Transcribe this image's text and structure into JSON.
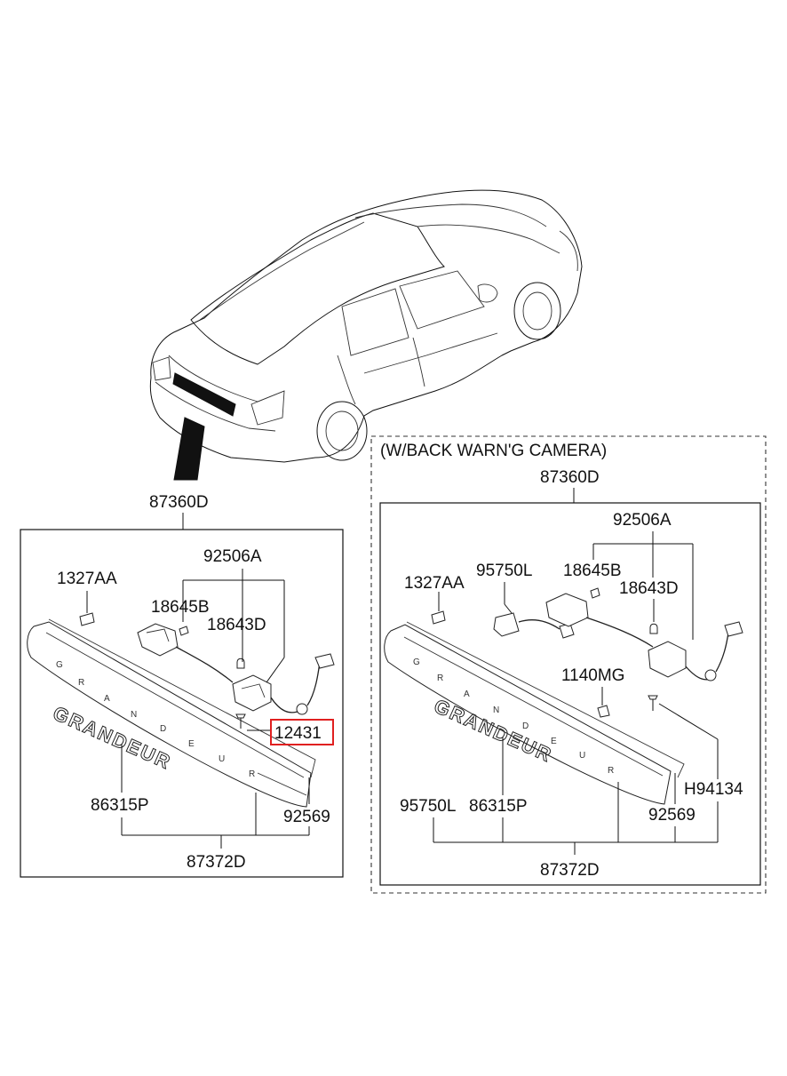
{
  "main_diagram": {
    "top_label": "87360D",
    "labels": {
      "trim_clip": "1327AA",
      "lamp_assembly": "92506A",
      "bulb_holder": "18645B",
      "bulb": "18643D",
      "screw": "12431",
      "emblem": "86315P",
      "lamp_right": "92569",
      "garnish": "87372D"
    },
    "highlight_color": "#e02020"
  },
  "camera_diagram": {
    "title": "(W/BACK WARN'G CAMERA)",
    "top_label": "87360D",
    "labels": {
      "trim_clip": "1327AA",
      "camera": "95750L",
      "lamp_assembly": "92506A",
      "bulb_holder": "18645B",
      "bulb": "18643D",
      "camera_screw": "1140MG",
      "screw": "H94134",
      "camera_bottom": "95750L",
      "emblem": "86315P",
      "lamp_right": "92569",
      "garnish": "87372D"
    }
  },
  "emblem": {
    "letters": [
      "G",
      "R",
      "A",
      "N",
      "D",
      "E",
      "U",
      "R"
    ],
    "logo_text": "GRANDEUR"
  }
}
